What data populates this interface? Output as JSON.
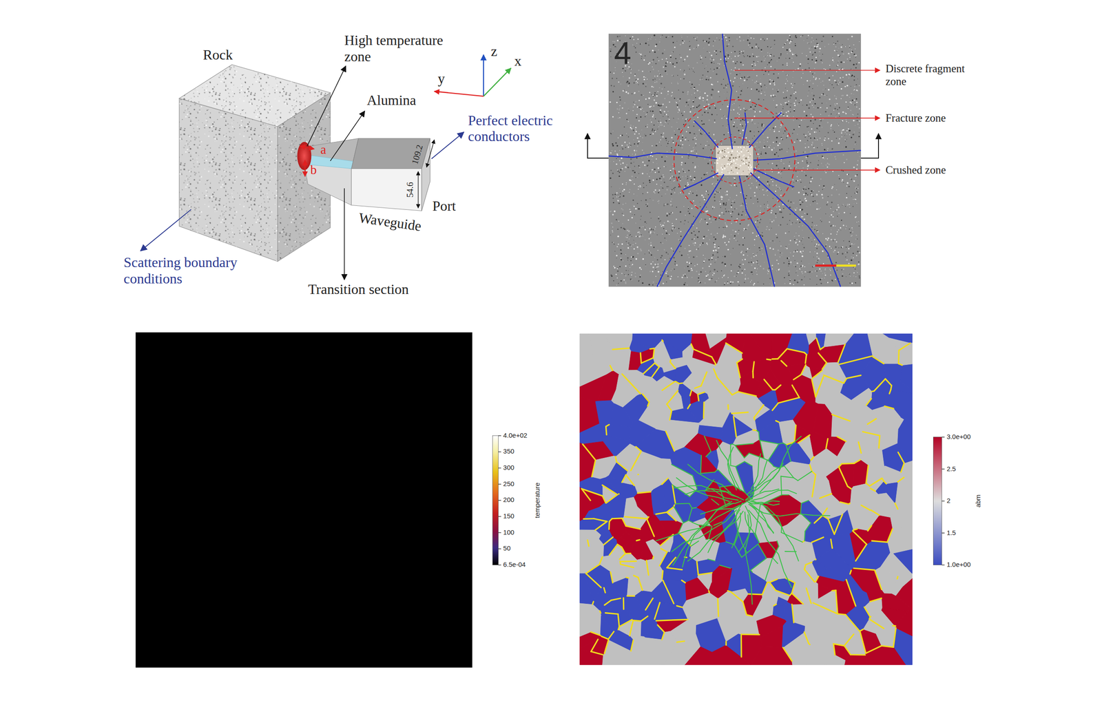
{
  "diagram": {
    "labels": [
      "Rock",
      "High temperature zone",
      "Alumina",
      "z",
      "x",
      "y",
      "Perfect electric conductors",
      "a",
      "b",
      "109.2",
      "54.6",
      "Port",
      "Waveguide",
      "Scattering boundary conditions",
      "Transition section",
      "4",
      "Discrete fragment zone",
      "Fracture zone",
      "Crushed zone",
      "4.0e+02",
      "350",
      "300",
      "250",
      "200",
      "150",
      "100",
      "50",
      "6.5e-04",
      "temperature",
      "3.0e+00",
      "2.5",
      "2",
      "1.5",
      "1.0e+00",
      "abm"
    ]
  }
}
